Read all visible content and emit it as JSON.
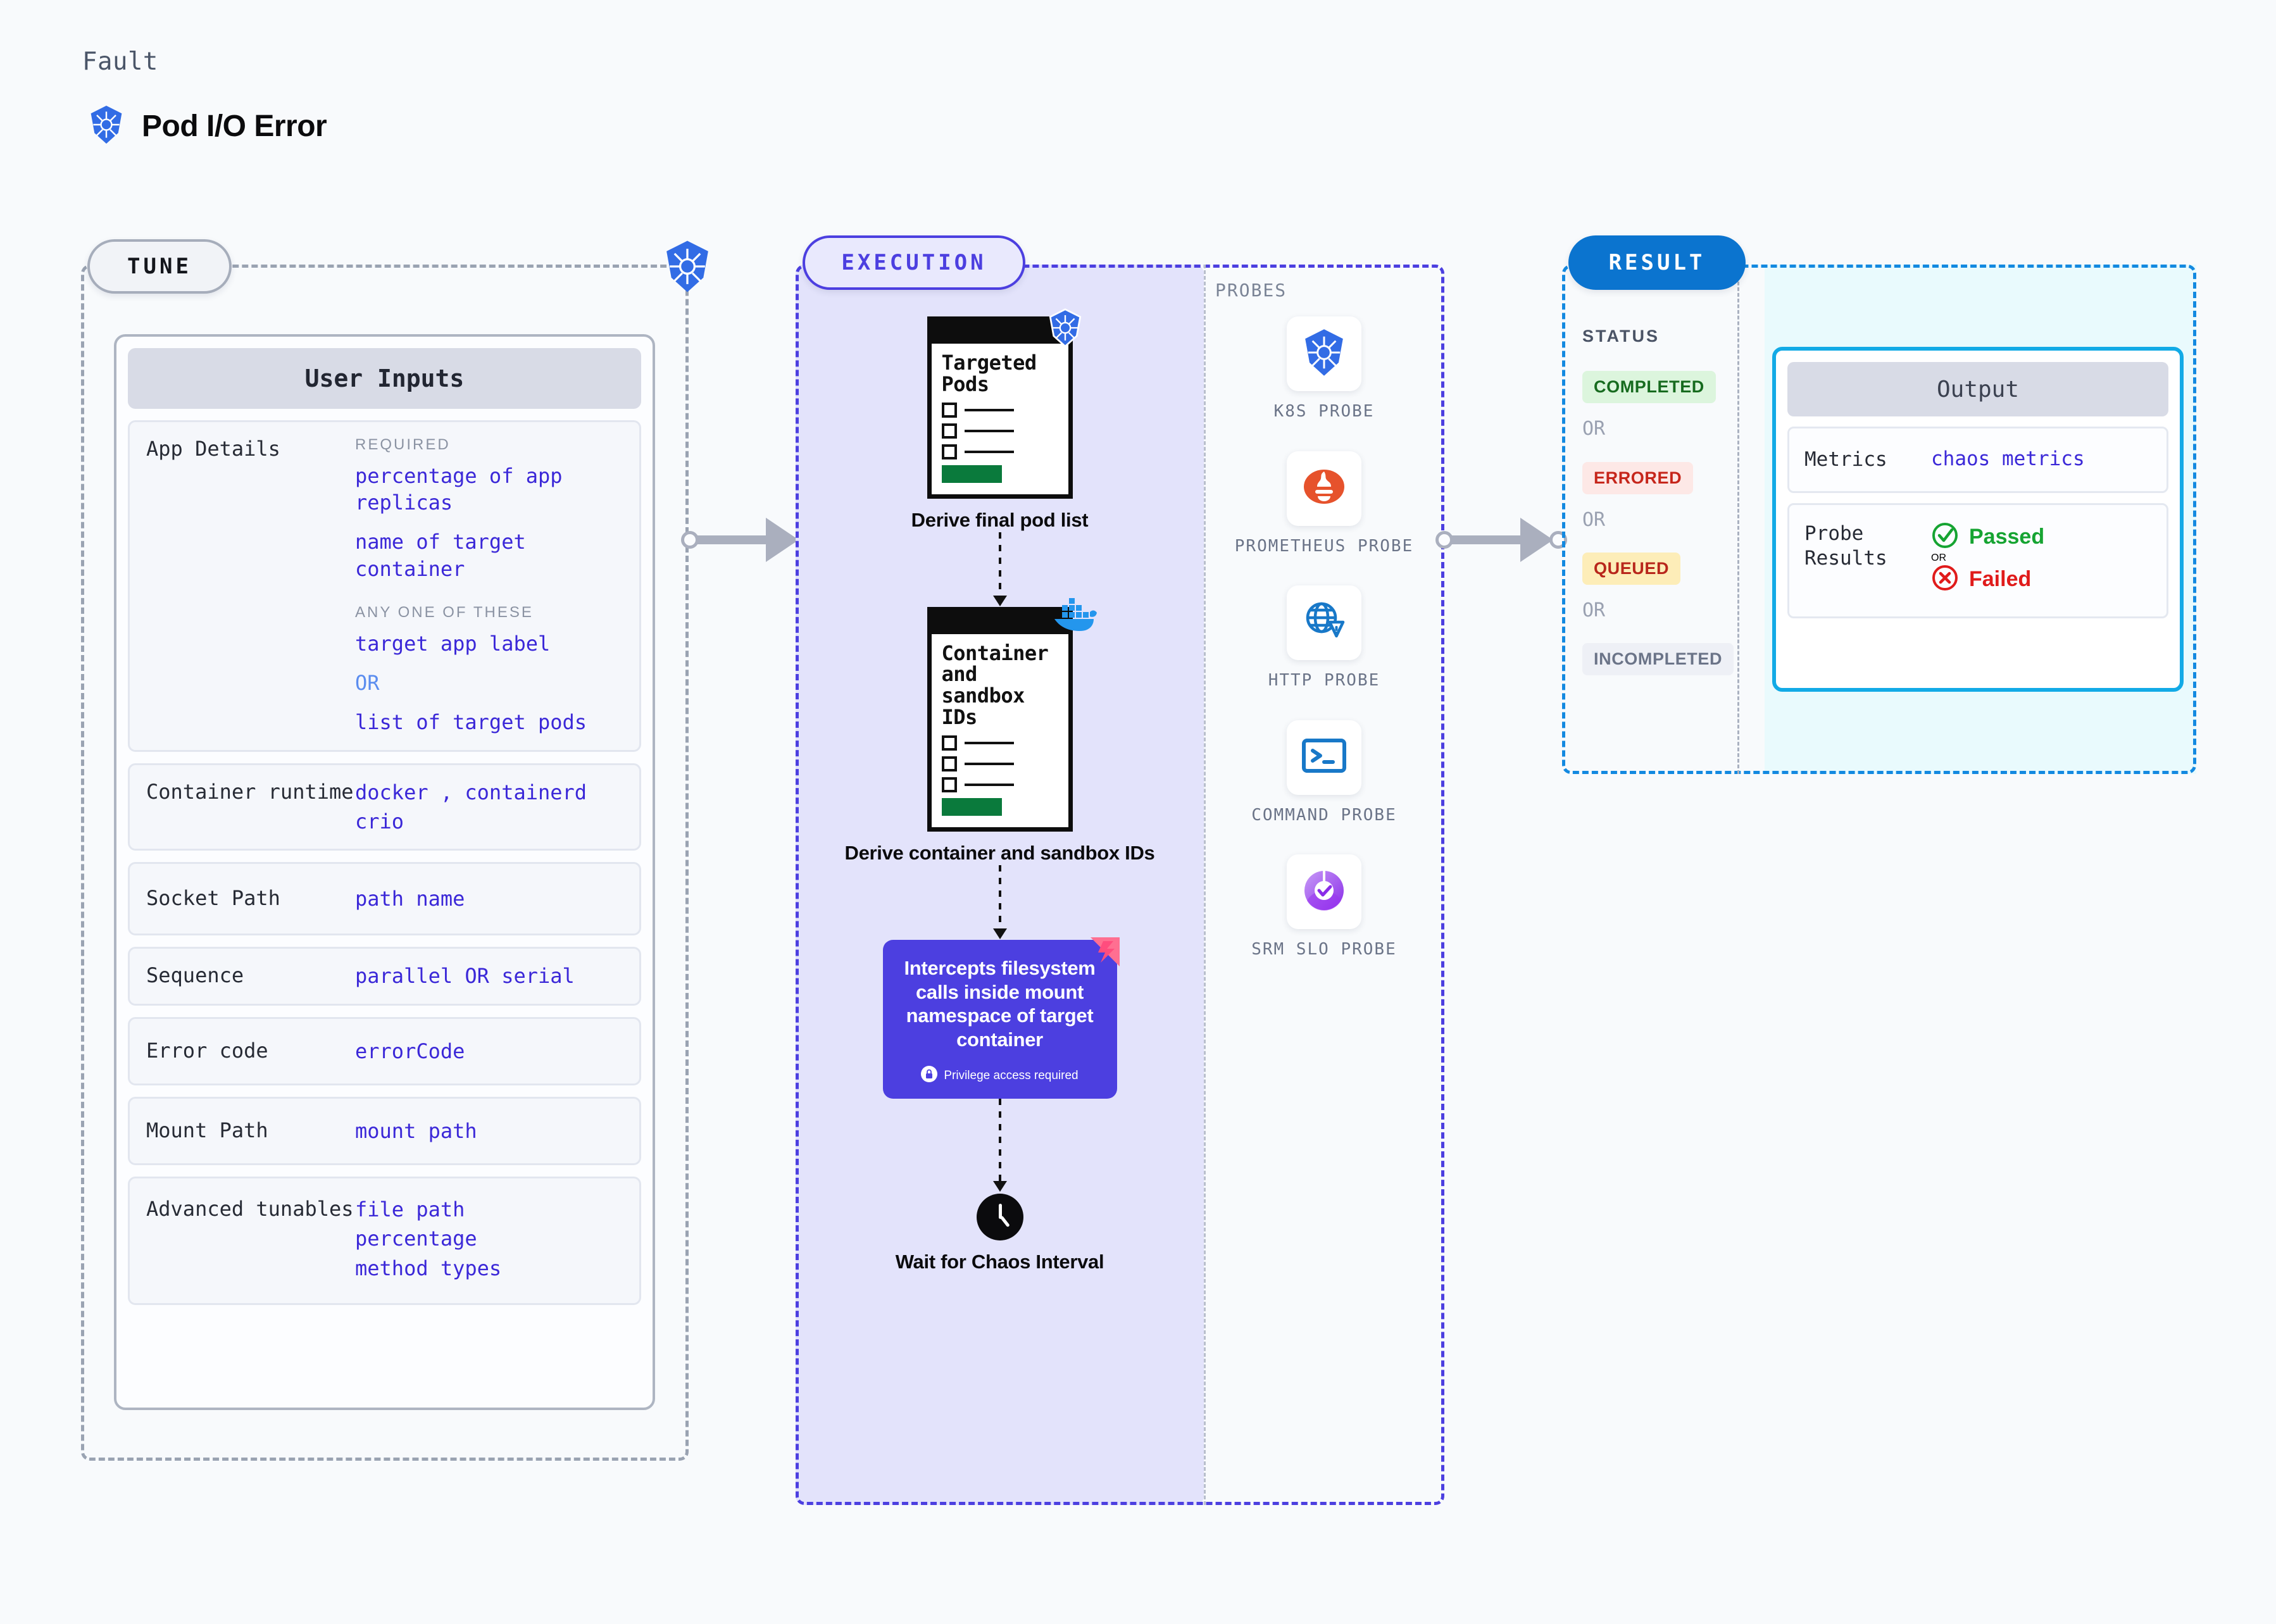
{
  "header": {
    "kicker": "Fault",
    "title": "Pod I/O Error",
    "icon": "kubernetes-icon"
  },
  "stages": {
    "tune": {
      "label": "TUNE",
      "border_icon": "kubernetes-icon"
    },
    "execution": {
      "label": "EXECUTION"
    },
    "probes": {
      "label": "PROBES"
    },
    "result": {
      "label": "RESULT"
    }
  },
  "user_inputs": {
    "title": "User Inputs",
    "sections": [
      {
        "label": "App Details",
        "groups": [
          {
            "kicker": "REQUIRED",
            "values": [
              "percentage of app replicas",
              "name of target container"
            ]
          },
          {
            "kicker": "ANY ONE OF THESE",
            "values": [
              "target app label",
              "OR",
              "list of target pods"
            ]
          }
        ]
      },
      {
        "label": "Container runtime",
        "values": [
          "docker , containerd",
          "crio"
        ]
      },
      {
        "label": "Socket Path",
        "values": [
          "path name"
        ]
      },
      {
        "label": "Sequence",
        "values": [
          "parallel OR serial"
        ]
      },
      {
        "label": "Error code",
        "values": [
          "errorCode"
        ]
      },
      {
        "label": "Mount Path",
        "values": [
          "mount path"
        ]
      },
      {
        "label": "Advanced tunables",
        "values": [
          "file path",
          "percentage",
          "method types"
        ]
      }
    ]
  },
  "execution_flow": [
    {
      "card_title": "Targeted Pods",
      "caption": "Derive final pod list",
      "badge": "kubernetes-icon"
    },
    {
      "card_title": "Container and sandbox IDs",
      "caption": "Derive container and sandbox IDs",
      "badge": "docker-icon"
    },
    {
      "intercept_text": "Intercepts filesystem calls inside mount namespace of target container",
      "privilege_note": "Privilege access required",
      "badge": "litmus-icon"
    },
    {
      "caption": "Wait for Chaos Interval",
      "badge": "clock-icon"
    }
  ],
  "probes": [
    {
      "name": "K8S PROBE",
      "icon": "kubernetes-icon"
    },
    {
      "name": "PROMETHEUS PROBE",
      "icon": "prometheus-icon"
    },
    {
      "name": "HTTP PROBE",
      "icon": "globe-warning-icon"
    },
    {
      "name": "COMMAND PROBE",
      "icon": "terminal-icon"
    },
    {
      "name": "SRM SLO PROBE",
      "icon": "slo-gauge-icon"
    }
  ],
  "result": {
    "status_label": "STATUS",
    "statuses": [
      {
        "label": "COMPLETED",
        "bg": "#dcf5dd",
        "fg": "#176b1f"
      },
      {
        "label": "ERRORED",
        "bg": "#fde8e6",
        "fg": "#c6261b"
      },
      {
        "label": "QUEUED",
        "bg": "#fdedb8",
        "fg": "#b8261b"
      },
      {
        "label": "INCOMPLETED",
        "bg": "#eef0f6",
        "fg": "#6b7488"
      }
    ],
    "separator": "OR",
    "output": {
      "title": "Output",
      "rows": [
        {
          "label": "Metrics",
          "value": "chaos metrics"
        },
        {
          "label": "Probe Results",
          "passed": "Passed",
          "separator": "OR",
          "failed": "Failed"
        }
      ]
    }
  },
  "colors": {
    "accent_purple": "#4c3fe0",
    "accent_blue": "#0b74cf",
    "accent_cyan": "#12aae6",
    "value_text": "#3b28d8",
    "pass_green": "#16a432",
    "fail_red": "#e01b1b"
  }
}
